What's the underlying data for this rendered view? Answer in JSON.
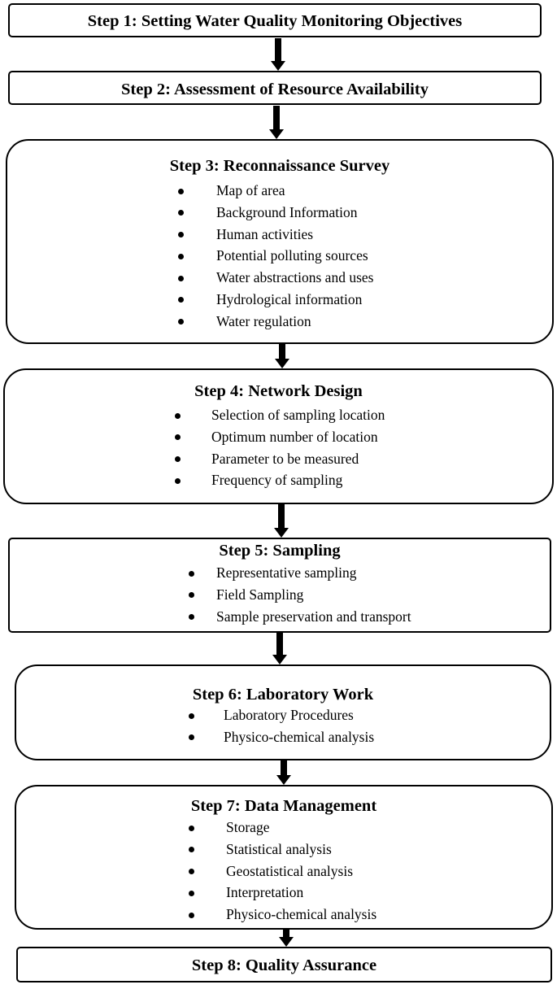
{
  "steps": [
    {
      "title": "Step 1: Setting Water Quality Monitoring Objectives",
      "items": []
    },
    {
      "title": "Step 2:  Assessment of Resource Availability",
      "items": []
    },
    {
      "title": "Step 3: Reconnaissance Survey",
      "items": [
        "Map of area",
        "Background Information",
        "Human activities",
        "Potential polluting sources",
        "Water abstractions and uses",
        "Hydrological information",
        "Water regulation"
      ]
    },
    {
      "title": "Step 4: Network Design",
      "items": [
        "Selection of sampling location",
        "Optimum number of location",
        "Parameter to be measured",
        "Frequency of sampling"
      ]
    },
    {
      "title": "Step 5: Sampling",
      "items": [
        "Representative sampling",
        "Field Sampling",
        "Sample preservation and transport"
      ]
    },
    {
      "title": "Step 6: Laboratory Work",
      "items": [
        "Laboratory Procedures",
        "Physico-chemical analysis"
      ]
    },
    {
      "title": "Step 7: Data Management",
      "items": [
        "Storage",
        "Statistical analysis",
        "Geostatistical analysis",
        "Interpretation",
        "Physico-chemical analysis"
      ]
    },
    {
      "title": "Step 8: Quality Assurance",
      "items": []
    }
  ]
}
